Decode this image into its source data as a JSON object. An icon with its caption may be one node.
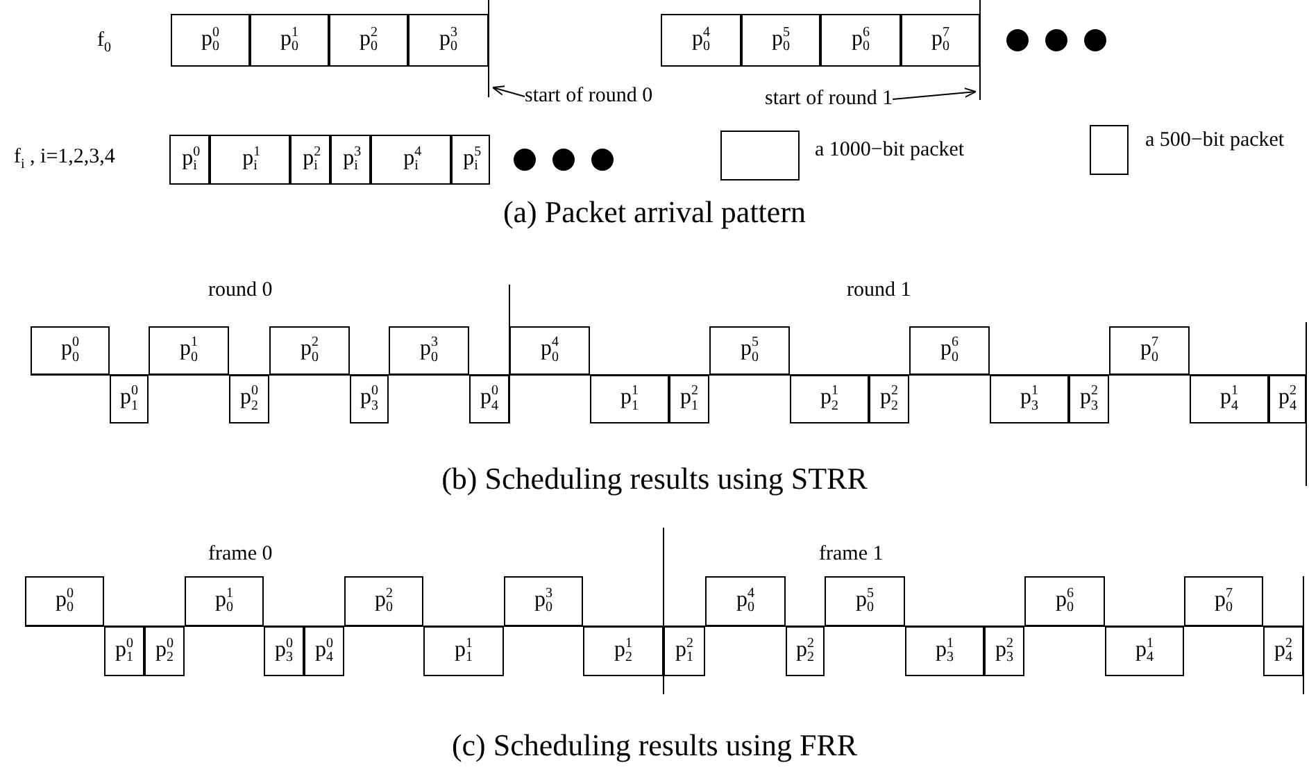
{
  "diagram": {
    "nodes": [
      {
        "text": [
          "p$^{0}$$_{0}$"
        ]
      },
      {
        "text": [
          "p$^{1}$$_{0}$"
        ]
      },
      {
        "text": [
          "p$^{2}$$_{0}$"
        ]
      },
      {
        "text": [
          "p$^{3}$$_{0}$"
        ]
      },
      {
        "text": [
          "p$^{4}$$_{0}$"
        ]
      },
      {
        "text": [
          "p$^{5}$$_{0}$"
        ]
      },
      {
        "text": [
          "p$^{6}$$_{0}$"
        ]
      },
      {
        "text": [
          "p$^{7}$$_{0}$"
        ]
      },
      {
        "text": [
          "start of round 0"
        ]
      },
      {
        "text": [
          "start of round 1"
        ]
      },
      {
        "text": [
          "p$^{0}$$_{i}$"
        ]
      },
      {
        "text": [
          "p$^{1}$$_{i}$"
        ]
      },
      {
        "text": [
          "p$^{2}$$_{i}$"
        ]
      },
      {
        "text": [
          "p$^{3}$$_{i}$"
        ]
      },
      {
        "text": [
          "p$^{4}$$_{i}$"
        ]
      },
      {
        "text": [
          "p$^{5}$$_{i}$"
        ]
      },
      {
        "text": [
          "p$^{0}$$_{0}$"
        ]
      },
      {
        "text": [
          "p$^{0}$$_{1}$"
        ]
      },
      {
        "text": [
          "p$^{1}$$_{0}$"
        ]
      },
      {
        "text": [
          "p$^{0}$$_{2}$"
        ]
      },
      {
        "text": [
          "p$^{2}$$_{0}$"
        ]
      },
      {
        "text": [
          "p$^{0}$$_{3}$"
        ]
      },
      {
        "text": [
          "p$^{3}$$_{0}$"
        ]
      },
      {
        "text": [
          "p$^{0}$$_{4}$"
        ]
      },
      {
        "text": [
          "p$^{4}$$_{0}$"
        ]
      },
      {
        "text": [
          "p$^{1}$$_{1}$"
        ]
      },
      {
        "text": [
          "p$^{2}$$_{1}$"
        ]
      },
      {
        "text": [
          "p$^{5}$$_{0}$"
        ]
      },
      {
        "text": [
          "p$^{1}$$_{2}$"
        ]
      },
      {
        "text": [
          "p$^{2}$$_{2}$"
        ]
      },
      {
        "text": [
          "p$^{6}$$_{0}$"
        ]
      },
      {
        "text": [
          "p$^{1}$$_{3}$"
        ]
      },
      {
        "text": [
          "p$^{2}$$_{3}$"
        ]
      },
      {
        "text": [
          "p$^{7}$$_{0}$"
        ]
      },
      {
        "text": [
          "p$^{1}$$_{4}$"
        ]
      },
      {
        "text": [
          "p$^{2}$$_{4}$"
        ]
      },
      {
        "text": [
          "p$^{0}$$_{0}$"
        ]
      },
      {
        "text": [
          "p$^{0}$$_{1}$"
        ]
      },
      {
        "text": [
          "p$^{0}$$_{2}$"
        ]
      },
      {
        "text": [
          "p$^{1}$$_{0}$"
        ]
      },
      {
        "text": [
          "p$^{0}$$_{3}$"
        ]
      },
      {
        "text": [
          "p$^{0}$$_{4}$"
        ]
      },
      {
        "text": [
          "p$^{2}$$_{0}$"
        ]
      },
      {
        "text": [
          "p$^{1}$$_{1}$"
        ]
      },
      {
        "text": [
          "p$^{3}$$_{0}$"
        ]
      },
      {
        "text": [
          "p$^{1}$$_{2}$"
        ]
      },
      {
        "text": [
          "p$^{2}$$_{1}$"
        ]
      },
      {
        "text": [
          "p$^{4}$$_{0}$"
        ]
      },
      {
        "text": [
          "p$^{2}$$_{2}$"
        ]
      },
      {
        "text": [
          "p$^{5}$$_{0}$"
        ]
      },
      {
        "text": [
          "p$^{1}$$_{3}$"
        ]
      },
      {
        "text": [
          "p$^{2}$$_{3}$"
        ]
      },
      {
        "text": [
          "p$^{6}$$_{0}$"
        ]
      },
      {
        "text": [
          "p$^{1}$$_{4}$"
        ]
      },
      {
        "text": [
          "p$^{7}$$_{0}$"
        ]
      },
      {
        "text": [
          "p$^{2}$$_{4}$"
        ]
      },
      {
        "text": [],
        "shape": "line"
      },
      {
        "text": [],
        "shape": "line"
      }
    ],
    "edges": [
      {
        "from": 8,
        "to": 56,
        "arrow": "to"
      },
      {
        "from": 9,
        "to": 57,
        "arrow": "to"
      }
    ],
    "labels": [
      "f$_{0}$",
      "f$_{i}$ , i=1,2,3,4",
      "(a) Packet arrival pattern",
      "round 0",
      "round 1",
      "(b) Scheduling results using STRR",
      "frame 0",
      "frame 1",
      "(c) Scheduling results using FRR"
    ],
    "legend": [
      {
        "text": "a 1000−bit packet"
      },
      {
        "text": "a 500−bit packet"
      }
    ]
  }
}
